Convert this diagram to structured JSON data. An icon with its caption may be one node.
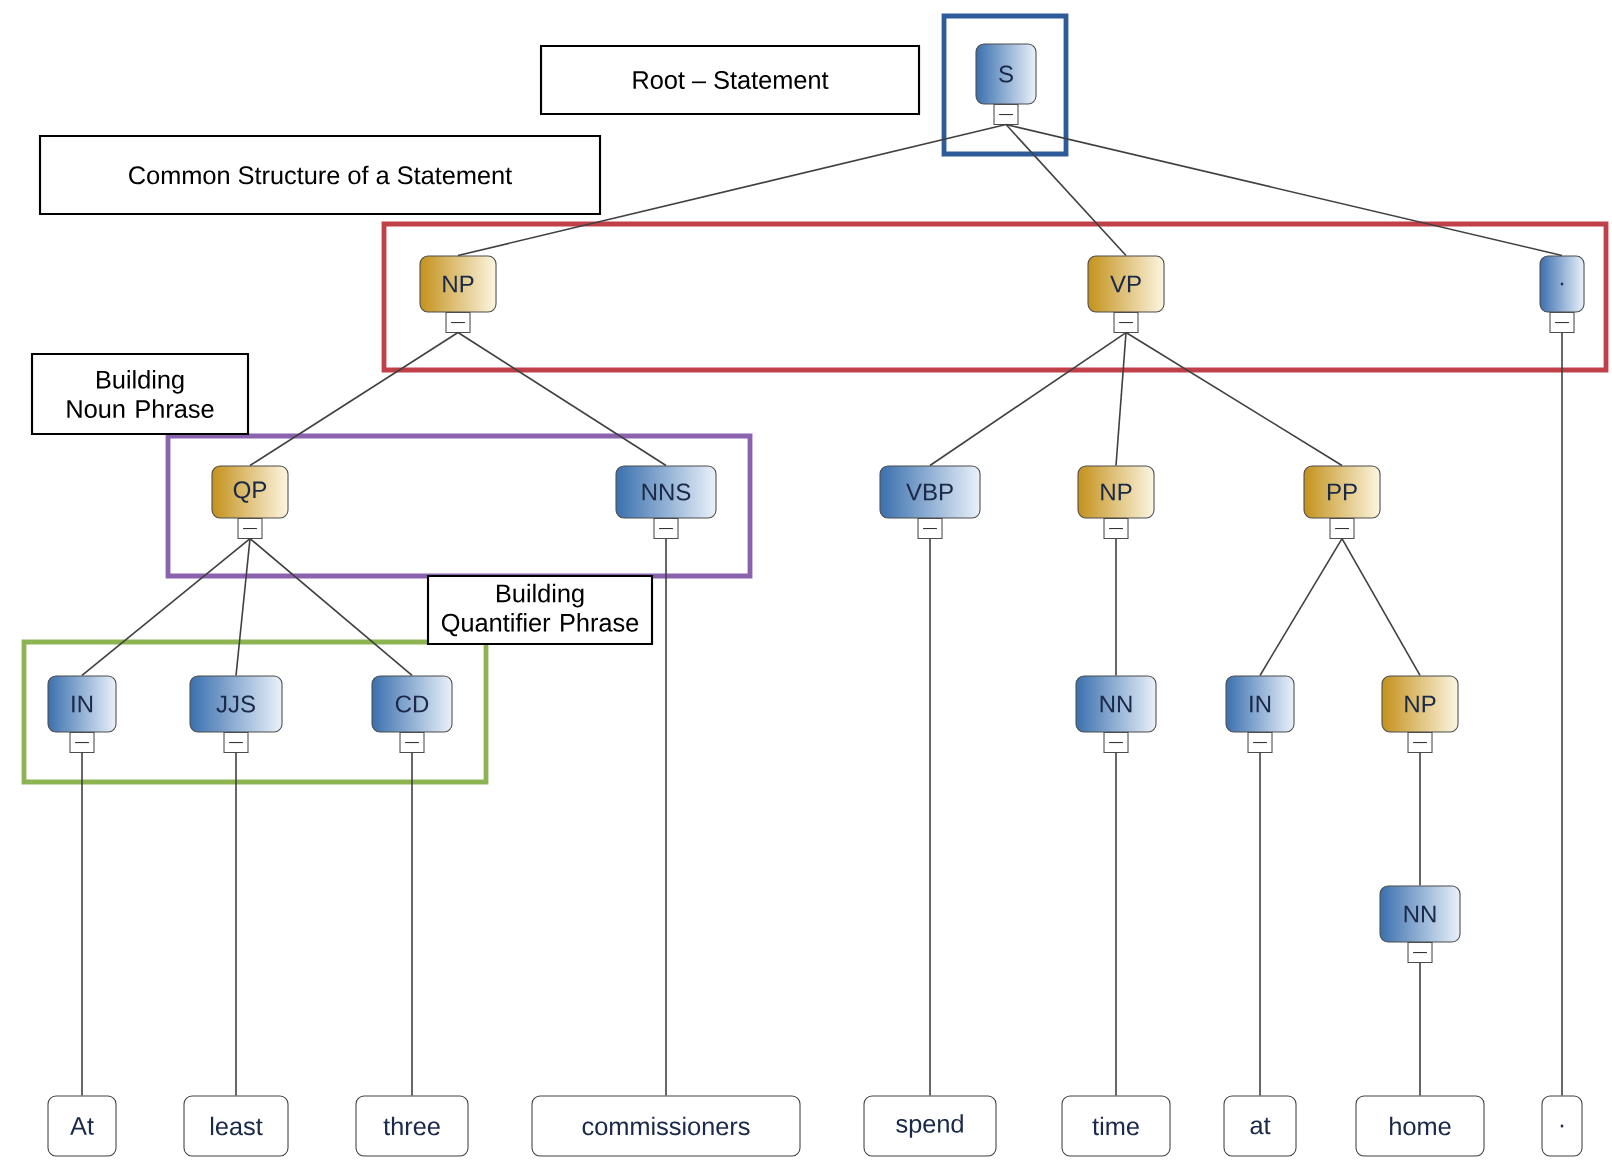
{
  "diagram": {
    "nodes": [
      {
        "text": [
          "Root – Statement"
        ]
      },
      {
        "text": [],
        "shape": "box"
      },
      {
        "text": [
          "S"
        ],
        "in": 1
      },
      {
        "text": [
          "Common Structure of a Statement"
        ]
      },
      {
        "text": [],
        "shape": "box"
      },
      {
        "text": [
          "NP"
        ],
        "in": 4
      },
      {
        "text": [
          "VP"
        ],
        "in": 4
      },
      {
        "text": [
          "."
        ],
        "in": 4
      },
      {
        "text": [
          "Building Noun Phrase"
        ]
      },
      {
        "text": [],
        "shape": "box"
      },
      {
        "text": [
          "QP"
        ],
        "in": 9
      },
      {
        "text": [
          "NNS"
        ],
        "in": 9
      },
      {
        "text": [
          "VBP"
        ]
      },
      {
        "text": [
          "NP"
        ]
      },
      {
        "text": [
          "PP"
        ]
      },
      {
        "text": [
          "Building Quantifier Phrase"
        ]
      },
      {
        "text": [],
        "shape": "box"
      },
      {
        "text": [
          "IN"
        ],
        "in": 16
      },
      {
        "text": [
          "JJS"
        ],
        "in": 16
      },
      {
        "text": [
          "CD"
        ],
        "in": 16
      },
      {
        "text": [
          "NN"
        ]
      },
      {
        "text": [
          "IN"
        ]
      },
      {
        "text": [
          "NP"
        ]
      },
      {
        "text": [
          "NN"
        ]
      },
      {
        "text": [
          "At"
        ]
      },
      {
        "text": [
          "least"
        ]
      },
      {
        "text": [
          "three"
        ]
      },
      {
        "text": [
          "commissioners"
        ]
      },
      {
        "text": [
          "spend"
        ]
      },
      {
        "text": [
          "time"
        ]
      },
      {
        "text": [
          "at"
        ]
      },
      {
        "text": [
          "home"
        ]
      },
      {
        "text": [
          "."
        ]
      }
    ],
    "edges": [
      {
        "from": 2,
        "to": 5,
        "arrow": "none"
      },
      {
        "from": 2,
        "to": 6,
        "arrow": "none"
      },
      {
        "from": 2,
        "to": 7,
        "arrow": "none"
      },
      {
        "from": 5,
        "to": 10,
        "arrow": "none"
      },
      {
        "from": 5,
        "to": 11,
        "arrow": "none"
      },
      {
        "from": 6,
        "to": 12,
        "arrow": "none"
      },
      {
        "from": 6,
        "to": 13,
        "arrow": "none"
      },
      {
        "from": 6,
        "to": 14,
        "arrow": "none"
      },
      {
        "from": 10,
        "to": 17,
        "arrow": "none"
      },
      {
        "from": 10,
        "to": 18,
        "arrow": "none"
      },
      {
        "from": 10,
        "to": 19,
        "arrow": "none"
      },
      {
        "from": 11,
        "to": 27,
        "arrow": "none"
      },
      {
        "from": 12,
        "to": 28,
        "arrow": "none"
      },
      {
        "from": 13,
        "to": 20,
        "arrow": "none"
      },
      {
        "from": 20,
        "to": 29,
        "arrow": "none"
      },
      {
        "from": 14,
        "to": 21,
        "arrow": "none"
      },
      {
        "from": 14,
        "to": 22,
        "arrow": "none"
      },
      {
        "from": 21,
        "to": 30,
        "arrow": "none"
      },
      {
        "from": 22,
        "to": 23,
        "arrow": "none"
      },
      {
        "from": 23,
        "to": 31,
        "arrow": "none"
      },
      {
        "from": 7,
        "to": 32,
        "arrow": "none"
      },
      {
        "from": 17,
        "to": 24,
        "arrow": "none"
      },
      {
        "from": 18,
        "to": 25,
        "arrow": "none"
      },
      {
        "from": 19,
        "to": 26,
        "arrow": "none"
      }
    ]
  }
}
